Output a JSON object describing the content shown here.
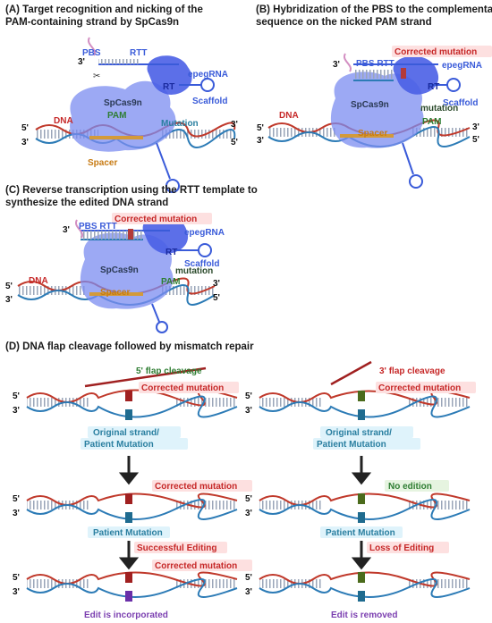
{
  "panels": {
    "a": {
      "title_line1": "(A) Target recognition and nicking of the",
      "title_line2": "PAM-containing strand by SpCas9n",
      "labels": {
        "pbs": "PBS",
        "rtt": "RTT",
        "epegrna": "epegRNA",
        "rt": "RT",
        "scaffold": "Scaffold",
        "spcas9n": "SpCas9n",
        "pam": "PAM",
        "mutation": "Mutation",
        "dna": "DNA",
        "spacer": "Spacer"
      },
      "ends": {
        "pbs_3": "3'",
        "left_5": "5'",
        "left_3": "3'",
        "right_3": "3'",
        "right_5": "5'"
      }
    },
    "b": {
      "title_line1": "(B) Hybridization of the PBS to the complementary",
      "title_line2": "sequence on the nicked PAM strand",
      "labels": {
        "corrected_mutation": "Corrected mutation",
        "pbs_rtt": "PBS RTT",
        "epegrna": "epegRNA",
        "rt": "RT",
        "scaffold": "Scaffold",
        "spcas9n": "SpCas9n",
        "mutation": "mutation",
        "pam": "PAM",
        "dna": "DNA",
        "spacer": "Spacer"
      },
      "ends": {
        "pbs_3": "3'",
        "left_5": "5'",
        "left_3": "3'",
        "right_3": "3'",
        "right_5": "5'"
      }
    },
    "c": {
      "title_line1": "(C) Reverse transcription using the RTT template to",
      "title_line2": "synthesize the edited DNA strand",
      "labels": {
        "corrected_mutation": "Corrected mutation",
        "pbs_rtt": "PBS RTT",
        "epegrna": "epegRNA",
        "rt": "RT",
        "scaffold": "Scaffold",
        "spcas9n": "SpCas9n",
        "mutation": "mutation",
        "pam": "PAM",
        "dna": "DNA",
        "spacer": "Spacer"
      },
      "ends": {
        "pbs_3": "3'",
        "left_5": "5'",
        "left_3": "3'",
        "right_3": "3'",
        "right_5": "5'"
      }
    },
    "d": {
      "title": "(D) DNA flap cleavage followed by mismatch repair",
      "left": {
        "flap_cleavage": "5' flap cleavage",
        "corrected_mutation_1": "Corrected mutation",
        "original_strand": "Original strand/",
        "patient_mutation_1": "Patient Mutation",
        "corrected_mutation_2": "Corrected mutation",
        "patient_mutation_2": "Patient Mutation",
        "successful_editing": "Successful Editing",
        "corrected_mutation_3": "Corrected mutation",
        "edit_incorporated": "Edit is incorporated",
        "ends": {
          "top5": "5'",
          "bottom3": "3'"
        }
      },
      "right": {
        "flap_cleavage": "3' flap cleavage",
        "corrected_mutation": "Corrected mutation",
        "original_strand": "Original strand/",
        "patient_mutation_1": "Patient Mutation",
        "no_edition": "No edition",
        "patient_mutation_2": "Patient Mutation",
        "loss_of_editing": "Loss of Editing",
        "edit_removed": "Edit is removed",
        "ends": {
          "top5": "5'",
          "bottom3": "3'"
        }
      }
    }
  },
  "colors": {
    "pegrna_blue": "#3a5bd9",
    "dna_red": "#c0392b",
    "dna_blue": "#2c7bb6",
    "cas9_violet": "#7b8cf0",
    "pam_green": "#2e7d32",
    "spacer_orange": "#c77a12",
    "result_purple": "#7b3fb0"
  }
}
